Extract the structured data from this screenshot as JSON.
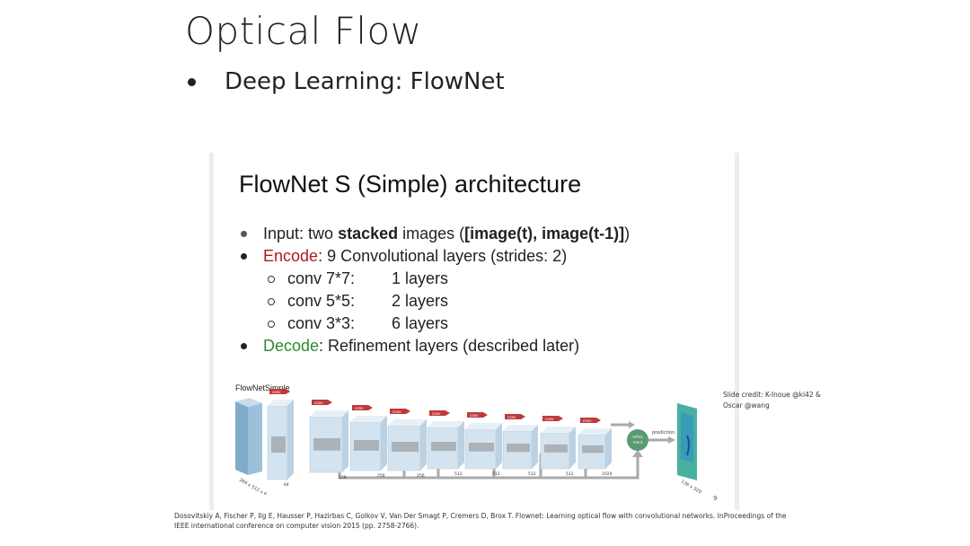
{
  "slide": {
    "title": "Optical Flow",
    "bullet": "Deep Learning: FlowNet"
  },
  "inner_slide": {
    "title": "FlowNet S (Simple) architecture",
    "input_prefix": "Input: two ",
    "input_bold": "stacked",
    "input_mid": " images (",
    "input_bold2": "[image(t), image(t-1)]",
    "input_suffix": ")",
    "encode_label": "Encode",
    "encode_text": ": 9 Convolutional layers (strides: 2)",
    "conv_items": [
      {
        "name": "conv 7*7:",
        "count": "1 layers"
      },
      {
        "name": "conv 5*5:",
        "count": "2 layers"
      },
      {
        "name": "conv 3*3:",
        "count": "6 layers"
      }
    ],
    "decode_label": "Decode",
    "decode_text": ": Refinement layers (described later)",
    "page_number": "9"
  },
  "diagram": {
    "label": "FlowNetSimple",
    "conv_tag": "conv",
    "refine_label": "refine ment",
    "prediction_label": "prediction",
    "dims": [
      "64",
      "128",
      "256",
      "256",
      "512",
      "512",
      "512",
      "512",
      "1024"
    ],
    "input_dim": "384 x 512 x 6",
    "output_dim": "136 x 320"
  },
  "credit": {
    "line1": "Slide credit: K-Inoue @ki42 &",
    "line2": "Oscar @wang"
  },
  "reference": {
    "line1": "Dosovitskiy A, Fischer P, Ilg E, Hausser P, Hazirbas C, Golkov V, Van Der Smagt P, Cremers D, Brox T. Flownet: Learning optical flow with convolutional networks. InProceedings of the",
    "line2": "IEEE international conference on computer vision 2015 (pp. 2758-2766)."
  },
  "colors": {
    "encode": "#b01818",
    "decode": "#2e8b2e",
    "conv_tag": "#c0393b",
    "refine_node": "#5a9a70"
  }
}
